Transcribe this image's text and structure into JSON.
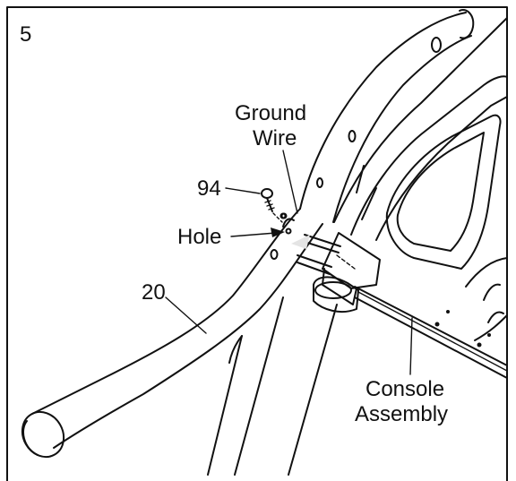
{
  "step_number": "5",
  "labels": {
    "ground_wire_line1": "Ground",
    "ground_wire_line2": "Wire",
    "part_94": "94",
    "hole": "Hole",
    "part_20": "20",
    "console_line1": "Console",
    "console_line2": "Assembly"
  },
  "colors": {
    "ink": "#111111",
    "background": "#ffffff",
    "shade": "#e4e4e4"
  }
}
